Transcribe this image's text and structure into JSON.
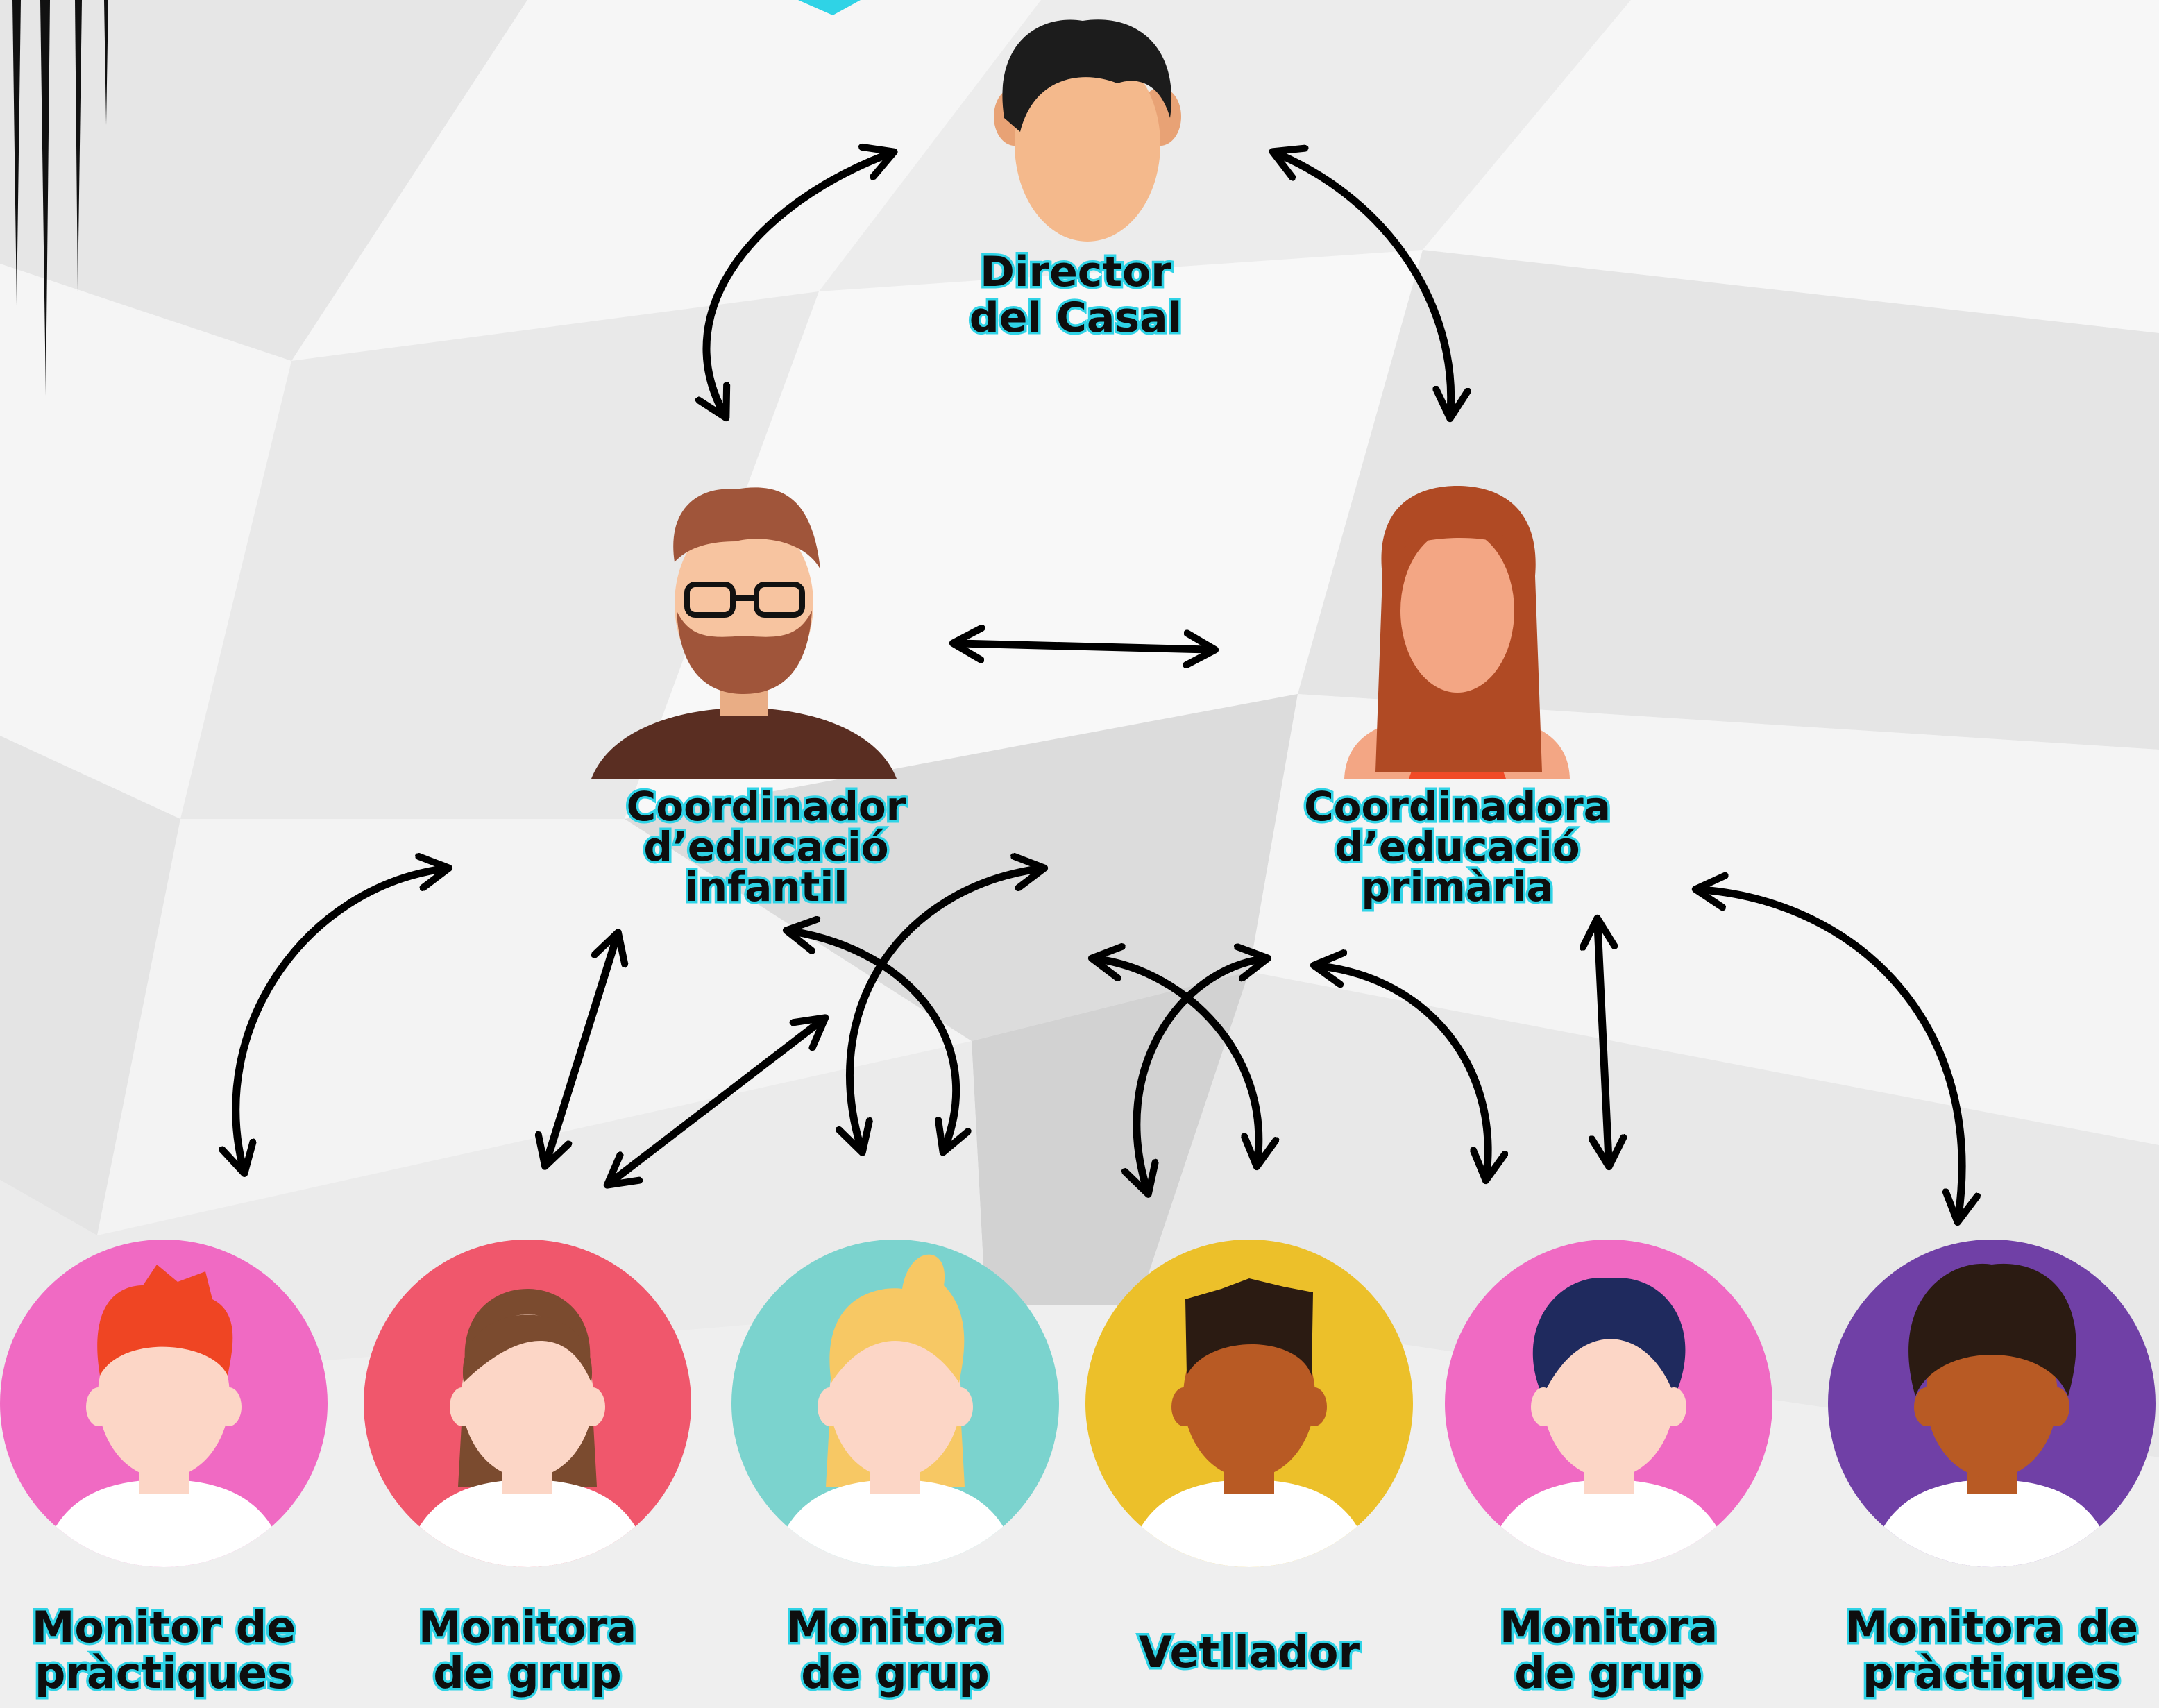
{
  "top_person": {
    "label_lines": [
      "Director",
      "del Casal"
    ],
    "hair_color": "#1c1c1c",
    "skin_color": "#f4b98c"
  },
  "coordinators": [
    {
      "label_lines": [
        "Coordinador",
        "d’educació",
        "infantil"
      ],
      "hair_color": "#a0553a",
      "shirt_color": "#5a2e22",
      "skin_color": "#f7c4a0"
    },
    {
      "label_lines": [
        "Coordinadora",
        "d’educació",
        "primària"
      ],
      "hair_color": "#b04a24",
      "shirt_color": "#f04a26",
      "skin_color": "#f3a684"
    }
  ],
  "staff": [
    {
      "label_lines": [
        "Monitor de",
        "pràctiques"
      ],
      "bg_color": "#f06ac3",
      "hair_color": "#ef4523",
      "skin_color": "#fcd6c6"
    },
    {
      "label_lines": [
        "Monitora",
        "de grup"
      ],
      "bg_color": "#f0576c",
      "hair_color": "#7b4b2f",
      "skin_color": "#fcd6c6"
    },
    {
      "label_lines": [
        "Monitora",
        "de grup"
      ],
      "bg_color": "#7bd3ce",
      "hair_color": "#f7c864",
      "skin_color": "#fcd6c6"
    },
    {
      "label_lines": [
        "Vetllador"
      ],
      "bg_color": "#ecc02a",
      "hair_color": "#2b1b12",
      "skin_color": "#b85a24"
    },
    {
      "label_lines": [
        "Monitora",
        "de grup"
      ],
      "bg_color": "#f06ac3",
      "hair_color": "#1f2a5e",
      "skin_color": "#fcd6c6"
    },
    {
      "label_lines": [
        "Monitora de",
        "pràctiques"
      ],
      "bg_color": "#7040a6",
      "hair_color": "#2b1b12",
      "skin_color": "#b85a24"
    }
  ],
  "colors": {
    "label_glow": "#2fd3e6",
    "label_text": "#0e0e0e",
    "arrow": "#000000",
    "background": "#f1f1f1",
    "shirt_white": "#ffffff"
  }
}
